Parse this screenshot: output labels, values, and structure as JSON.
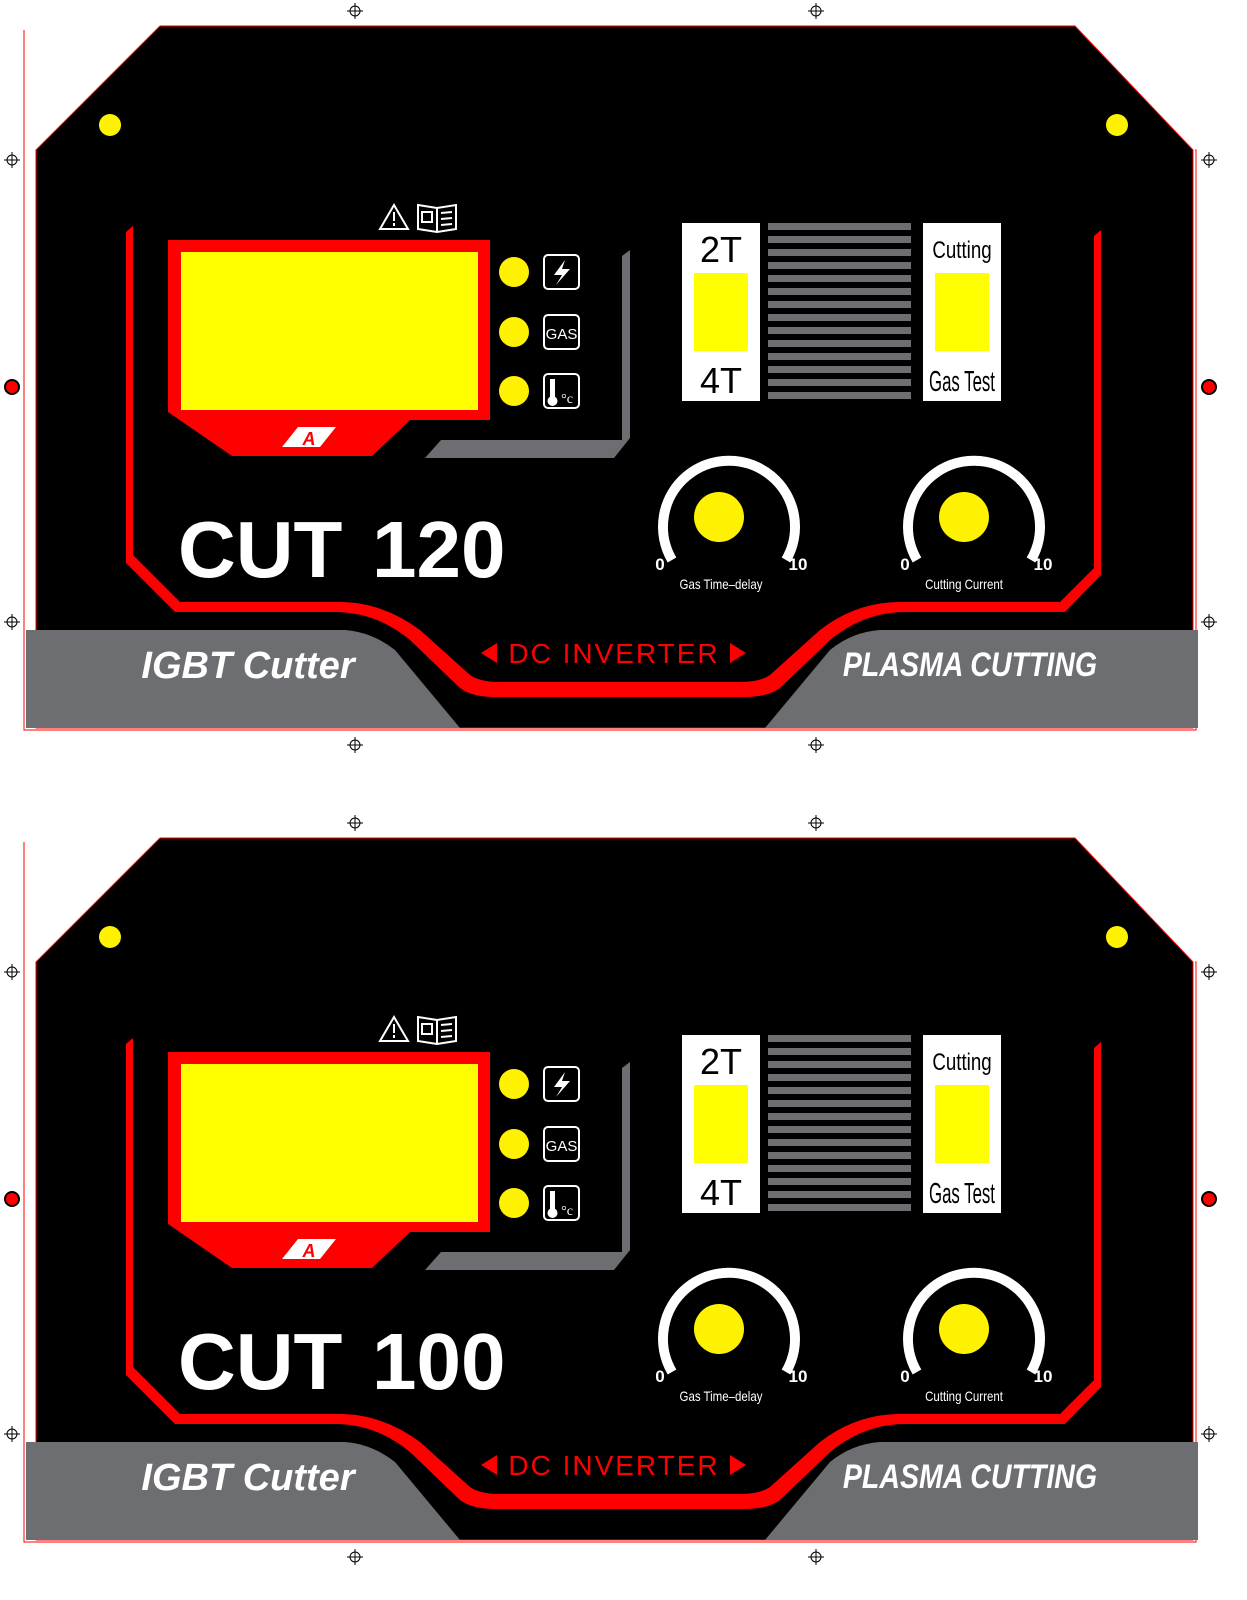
{
  "panels": [
    {
      "model": "CUT",
      "rating": "120",
      "brand_mark": "A",
      "tagline_left": "IGBT Cutter",
      "tagline_center": "DC INVERTER",
      "tagline_right": "PLASMA CUTTING",
      "indicators": [
        "lightning-icon",
        "GAS",
        "thermometer-icon"
      ],
      "gas_label": "GAS",
      "temp_label": "°c",
      "mode_switch": {
        "top": "2T",
        "bottom": "4T"
      },
      "function_switch": {
        "top": "Cutting",
        "bottom": "Gas Test"
      },
      "knobs": [
        {
          "label": "Gas Time–delay",
          "min": "0",
          "max": "10"
        },
        {
          "label": "Cutting Current",
          "min": "0",
          "max": "10"
        }
      ]
    },
    {
      "model": "CUT",
      "rating": "100",
      "brand_mark": "A",
      "tagline_left": "IGBT Cutter",
      "tagline_center": "DC INVERTER",
      "tagline_right": "PLASMA CUTTING",
      "indicators": [
        "lightning-icon",
        "GAS",
        "thermometer-icon"
      ],
      "gas_label": "GAS",
      "temp_label": "°c",
      "mode_switch": {
        "top": "2T",
        "bottom": "4T"
      },
      "function_switch": {
        "top": "Cutting",
        "bottom": "Gas Test"
      },
      "knobs": [
        {
          "label": "Gas Time–delay",
          "min": "0",
          "max": "10"
        },
        {
          "label": "Cutting Current",
          "min": "0",
          "max": "10"
        }
      ]
    }
  ],
  "colors": {
    "panel_black": "#000000",
    "accent_red": "#ff0000",
    "display_yellow": "#ffff00",
    "indicator_yellow": "#fff200",
    "band_gray": "#6d6e71",
    "white": "#ffffff"
  }
}
